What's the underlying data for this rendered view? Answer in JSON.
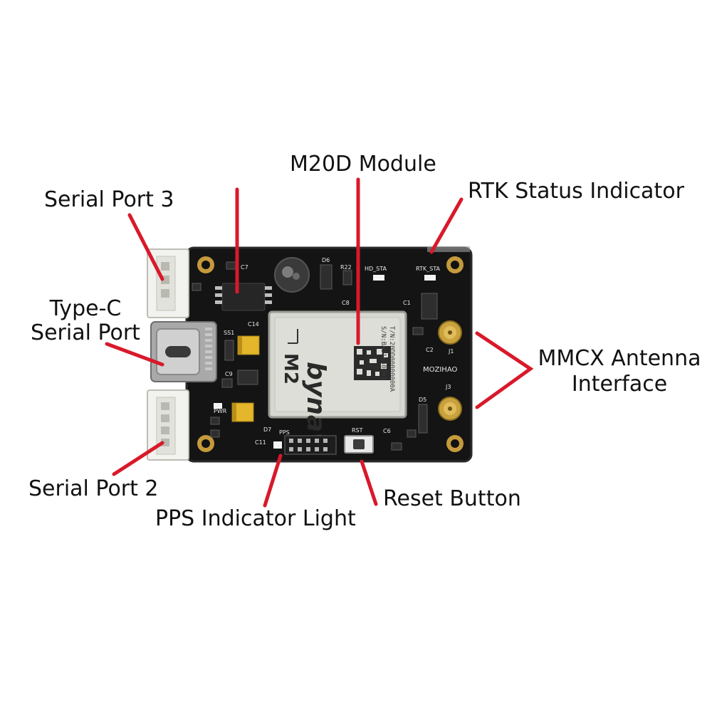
{
  "colors": {
    "pcb": "#141414",
    "pcb_edge": "#2a2a2a",
    "pointer": "#d8192a",
    "connector": "#f2f2ee",
    "module_metal": "#d7d7d2",
    "label_text": "#111111",
    "tantalum": "#e3b62b"
  },
  "callouts": {
    "serial_port_3": "Serial Port 3",
    "type_c_line1": "Type-C",
    "type_c_line2": "Serial Port",
    "serial_port_2": "Serial Port 2",
    "m20d_module": "M20D Module",
    "rtk_status": "RTK Status Indicator",
    "mmcx_line1": "MMCX Antenna",
    "mmcx_line2": "Interface",
    "reset_button": "Reset Button",
    "pps_light": "PPS Indicator Light"
  },
  "module_print": {
    "brand": "bynav",
    "model": "M2",
    "tn": "T/N:20DD00000000A",
    "sn": "S/N:BA21640291"
  },
  "silkscreen": {
    "d6": "D6",
    "r22": "R22",
    "hd_sta": "HD_STA",
    "rtk_sta": "RTK_STA",
    "c7": "C7",
    "c8": "C8",
    "c14": "C14",
    "ss1": "SS1",
    "c9": "C9",
    "pwr": "PWR",
    "d7": "D7",
    "pps": "PPS",
    "c11": "C11",
    "rst": "RST",
    "c6": "C6",
    "j1": "J1",
    "j3": "J3",
    "d5": "D5",
    "c1": "C1",
    "c2": "C2",
    "brand_mark": "MOZIHAO"
  }
}
